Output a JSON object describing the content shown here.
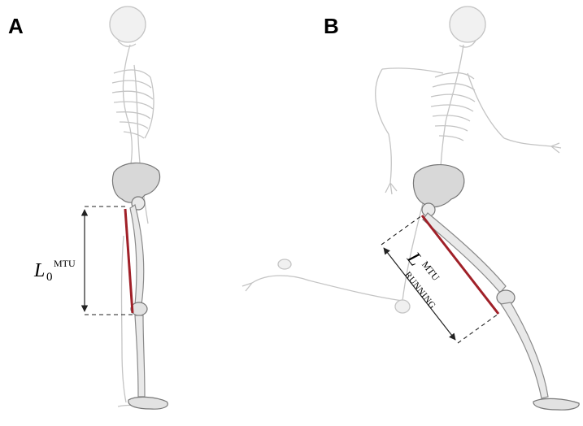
{
  "panels": {
    "a": {
      "label": "A"
    },
    "b": {
      "label": "B"
    }
  },
  "annotations": {
    "rest_length": {
      "symbol": "L",
      "subscript": "0",
      "superscript": "MTU"
    },
    "running_length": {
      "symbol": "L",
      "superscript": "MTU",
      "subscript": "RUNNING"
    }
  },
  "colors": {
    "muscle_line": "#a02028",
    "bone_fill": "#e9e9e9",
    "bone_stroke": "#8a8a8a",
    "ghost_stroke": "#c4c4c4",
    "dimension_line": "#222222"
  }
}
